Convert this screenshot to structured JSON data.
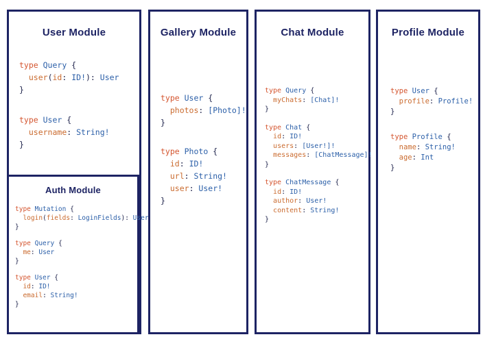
{
  "palette": {
    "border": "#1d2363",
    "title": "#1d2363",
    "keyword": "#d4552f",
    "type_name": "#2b5fa8",
    "field": "#ca6b2f",
    "punct": "#20254d"
  },
  "modules": [
    {
      "title": "User Module",
      "blocks": [
        [
          [
            [
              "k",
              "type "
            ],
            [
              "t",
              "Query"
            ],
            [
              "p",
              " {"
            ]
          ],
          [
            [
              "p",
              "  "
            ],
            [
              "f",
              "user"
            ],
            [
              "p",
              "("
            ],
            [
              "f",
              "id"
            ],
            [
              "p",
              ": "
            ],
            [
              "t",
              "ID!"
            ],
            [
              "p",
              "): "
            ],
            [
              "t",
              "User"
            ]
          ],
          [
            [
              "p",
              "}"
            ]
          ]
        ],
        [
          [
            [
              "k",
              "type "
            ],
            [
              "t",
              "User"
            ],
            [
              "p",
              " {"
            ]
          ],
          [
            [
              "p",
              "  "
            ],
            [
              "f",
              "username"
            ],
            [
              "p",
              ": "
            ],
            [
              "t",
              "String!"
            ]
          ],
          [
            [
              "p",
              "}"
            ]
          ]
        ]
      ],
      "nested": {
        "title": "Auth Module",
        "blocks": [
          [
            [
              [
                "k",
                "type "
              ],
              [
                "t",
                "Mutation"
              ],
              [
                "p",
                " {"
              ]
            ],
            [
              [
                "p",
                "  "
              ],
              [
                "f",
                "login"
              ],
              [
                "p",
                "("
              ],
              [
                "f",
                "fields"
              ],
              [
                "p",
                ": "
              ],
              [
                "t",
                "LoginFields"
              ],
              [
                "p",
                "): "
              ],
              [
                "t",
                "User"
              ]
            ],
            [
              [
                "p",
                "}"
              ]
            ]
          ],
          [
            [
              [
                "k",
                "type "
              ],
              [
                "t",
                "Query"
              ],
              [
                "p",
                " {"
              ]
            ],
            [
              [
                "p",
                "  "
              ],
              [
                "f",
                "me"
              ],
              [
                "p",
                ": "
              ],
              [
                "t",
                "User"
              ]
            ],
            [
              [
                "p",
                "}"
              ]
            ]
          ],
          [
            [
              [
                "k",
                "type "
              ],
              [
                "t",
                "User"
              ],
              [
                "p",
                " {"
              ]
            ],
            [
              [
                "p",
                "  "
              ],
              [
                "f",
                "id"
              ],
              [
                "p",
                ": "
              ],
              [
                "t",
                "ID!"
              ]
            ],
            [
              [
                "p",
                "  "
              ],
              [
                "f",
                "email"
              ],
              [
                "p",
                ": "
              ],
              [
                "t",
                "String!"
              ]
            ],
            [
              [
                "p",
                "}"
              ]
            ]
          ]
        ]
      }
    },
    {
      "title": "Gallery Module",
      "blocks": [
        [
          [
            [
              "k",
              "type "
            ],
            [
              "t",
              "User"
            ],
            [
              "p",
              " {"
            ]
          ],
          [
            [
              "p",
              "  "
            ],
            [
              "f",
              "photos"
            ],
            [
              "p",
              ": "
            ],
            [
              "t",
              "[Photo]!"
            ]
          ],
          [
            [
              "p",
              "}"
            ]
          ]
        ],
        [
          [
            [
              "k",
              "type "
            ],
            [
              "t",
              "Photo"
            ],
            [
              "p",
              " {"
            ]
          ],
          [
            [
              "p",
              "  "
            ],
            [
              "f",
              "id"
            ],
            [
              "p",
              ": "
            ],
            [
              "t",
              "ID!"
            ]
          ],
          [
            [
              "p",
              "  "
            ],
            [
              "f",
              "url"
            ],
            [
              "p",
              ": "
            ],
            [
              "t",
              "String!"
            ]
          ],
          [
            [
              "p",
              "  "
            ],
            [
              "f",
              "user"
            ],
            [
              "p",
              ": "
            ],
            [
              "t",
              "User!"
            ]
          ],
          [
            [
              "p",
              "}"
            ]
          ]
        ]
      ]
    },
    {
      "title": "Chat Module",
      "blocks": [
        [
          [
            [
              "k",
              "type "
            ],
            [
              "t",
              "Query"
            ],
            [
              "p",
              " {"
            ]
          ],
          [
            [
              "p",
              "  "
            ],
            [
              "f",
              "myChats"
            ],
            [
              "p",
              ": "
            ],
            [
              "t",
              "[Chat]!"
            ]
          ],
          [
            [
              "p",
              "}"
            ]
          ]
        ],
        [
          [
            [
              "k",
              "type "
            ],
            [
              "t",
              "Chat"
            ],
            [
              "p",
              " {"
            ]
          ],
          [
            [
              "p",
              "  "
            ],
            [
              "f",
              "id"
            ],
            [
              "p",
              ": "
            ],
            [
              "t",
              "ID!"
            ]
          ],
          [
            [
              "p",
              "  "
            ],
            [
              "f",
              "users"
            ],
            [
              "p",
              ": "
            ],
            [
              "t",
              "[User!]!"
            ]
          ],
          [
            [
              "p",
              "  "
            ],
            [
              "f",
              "messages"
            ],
            [
              "p",
              ": "
            ],
            [
              "t",
              "[ChatMessage]!"
            ]
          ],
          [
            [
              "p",
              "}"
            ]
          ]
        ],
        [
          [
            [
              "k",
              "type "
            ],
            [
              "t",
              "ChatMessage"
            ],
            [
              "p",
              " {"
            ]
          ],
          [
            [
              "p",
              "  "
            ],
            [
              "f",
              "id"
            ],
            [
              "p",
              ": "
            ],
            [
              "t",
              "ID!"
            ]
          ],
          [
            [
              "p",
              "  "
            ],
            [
              "f",
              "author"
            ],
            [
              "p",
              ": "
            ],
            [
              "t",
              "User!"
            ]
          ],
          [
            [
              "p",
              "  "
            ],
            [
              "f",
              "content"
            ],
            [
              "p",
              ": "
            ],
            [
              "t",
              "String!"
            ]
          ],
          [
            [
              "p",
              "}"
            ]
          ]
        ]
      ]
    },
    {
      "title": "Profile Module",
      "blocks": [
        [
          [
            [
              "k",
              "type "
            ],
            [
              "t",
              "User"
            ],
            [
              "p",
              " {"
            ]
          ],
          [
            [
              "p",
              "  "
            ],
            [
              "f",
              "profile"
            ],
            [
              "p",
              ": "
            ],
            [
              "t",
              "Profile!"
            ]
          ],
          [
            [
              "p",
              "}"
            ]
          ]
        ],
        [
          [
            [
              "k",
              "type "
            ],
            [
              "t",
              "Profile"
            ],
            [
              "p",
              " {"
            ]
          ],
          [
            [
              "p",
              "  "
            ],
            [
              "f",
              "name"
            ],
            [
              "p",
              ": "
            ],
            [
              "t",
              "String!"
            ]
          ],
          [
            [
              "p",
              "  "
            ],
            [
              "f",
              "age"
            ],
            [
              "p",
              ": "
            ],
            [
              "t",
              "Int"
            ]
          ],
          [
            [
              "p",
              "}"
            ]
          ]
        ]
      ]
    }
  ]
}
